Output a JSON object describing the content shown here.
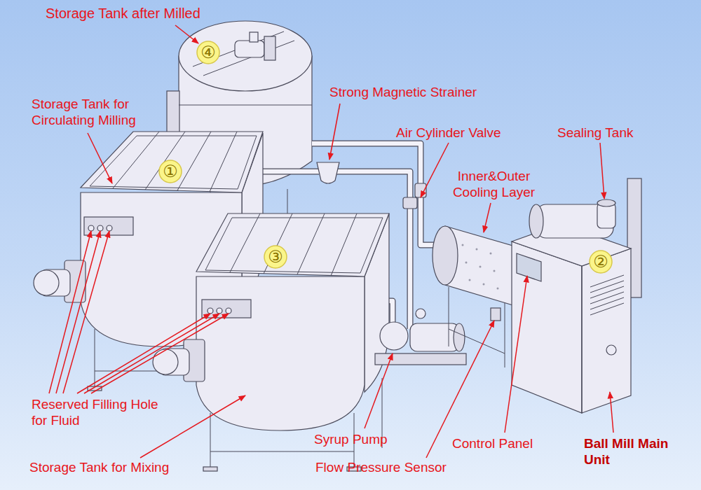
{
  "diagram": {
    "labels": [
      "Storage Tank after Milled",
      "④",
      "Strong Magnetic Strainer",
      "Storage Tank for Circulating Milling",
      "Air Cylinder Valve",
      "Sealing Tank",
      "①",
      "Inner&Outer Cooling Layer",
      "③",
      "②",
      "Reserved Filling Hole for Fluid",
      "Syrup Pump",
      "Control Panel",
      "Ball Mill Main Unit",
      "Storage Tank for Mixing",
      "Flow Pressure Sensor"
    ]
  }
}
